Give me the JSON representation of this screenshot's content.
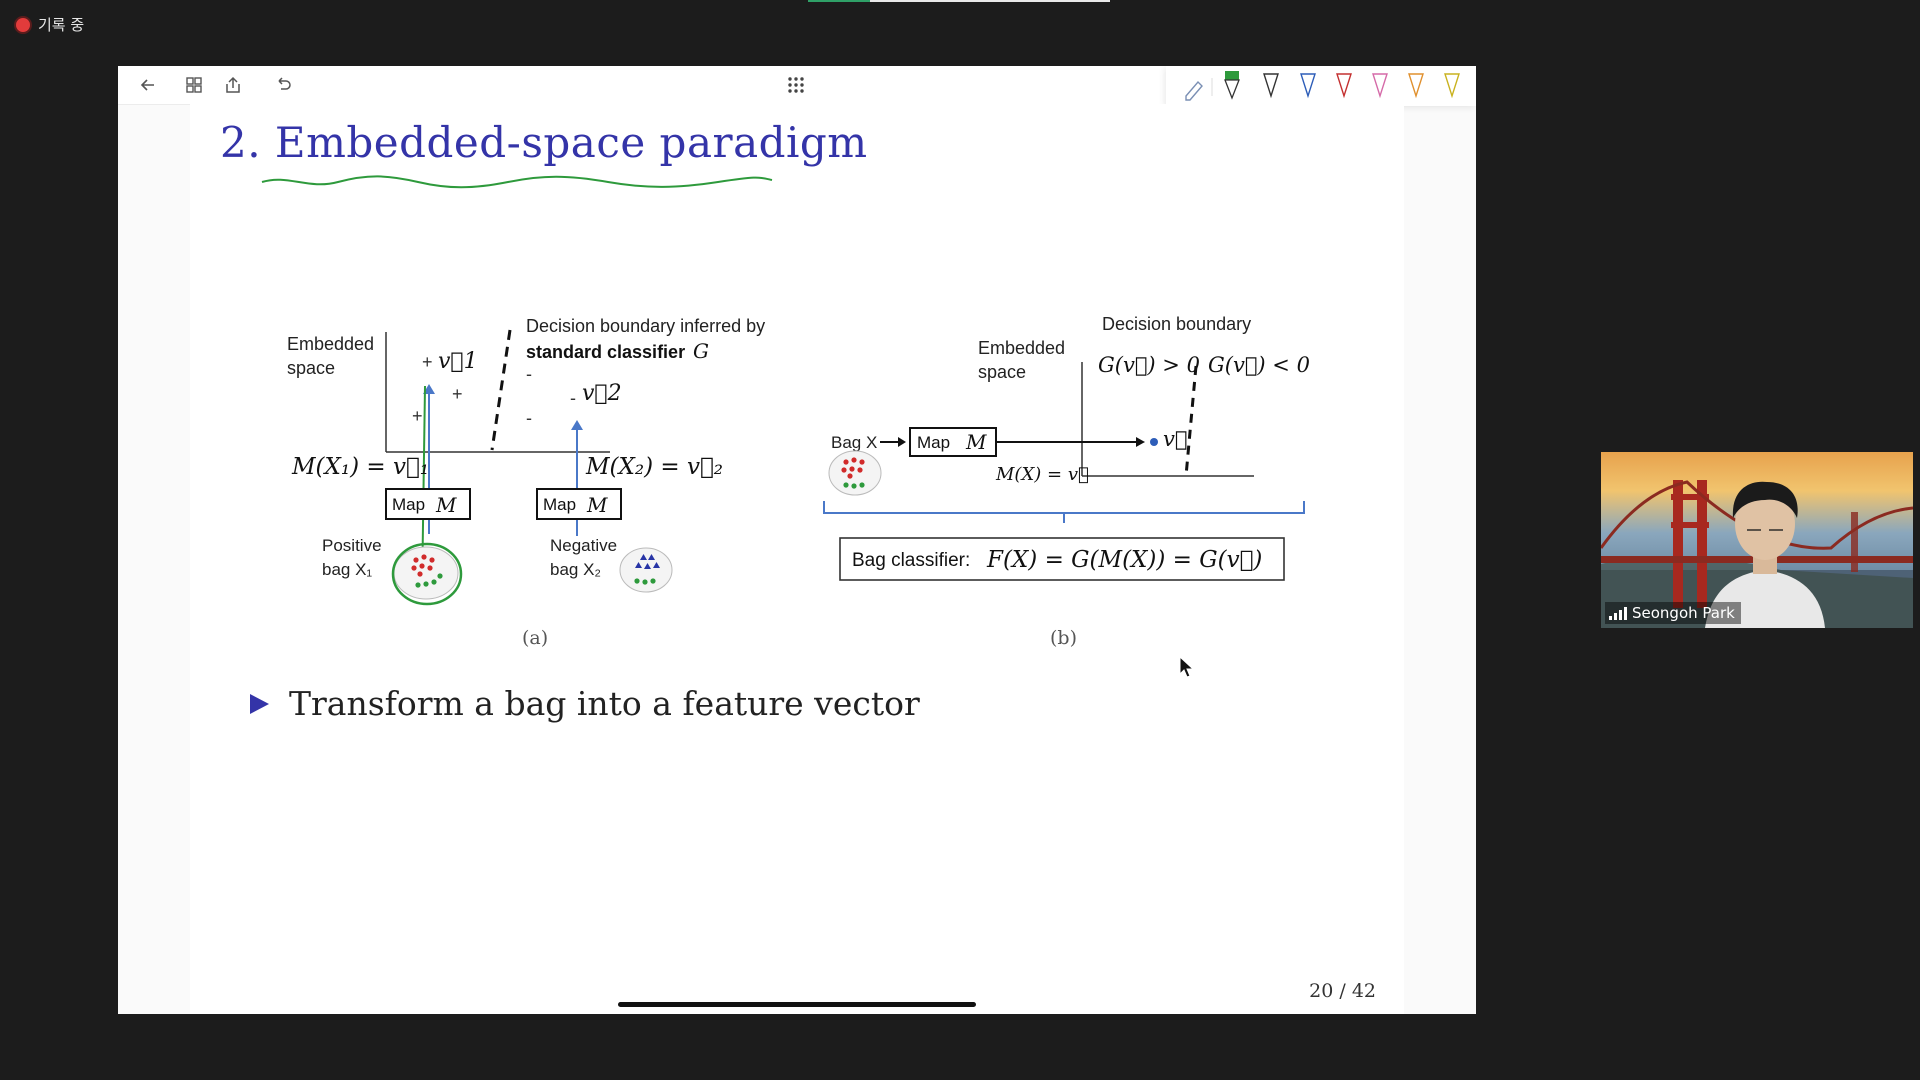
{
  "recording": {
    "label": "기록 중"
  },
  "slide": {
    "title": "2. Embedded-space paradigm",
    "bullet": "Transform a bag into a feature vector",
    "page_number": "20 / 42"
  },
  "figure_a": {
    "axis_label_line1": "Embedded",
    "axis_label_line2": "space",
    "decision_line1": "Decision boundary inferred by",
    "decision_line2": "standard classifier",
    "classifier_symbol": "G",
    "v1": "v⃗1",
    "v2": "v⃗2",
    "map1_text": "M(X₁) = v⃗₁",
    "map2_text": "M(X₂) = v⃗₂",
    "map_box": "Map",
    "map_symbol": "M",
    "pos_bag_line1": "Positive",
    "pos_bag_line2": "bag X₁",
    "neg_bag_line1": "Negative",
    "neg_bag_line2": "bag X₂",
    "caption": "(a)"
  },
  "figure_b": {
    "decision_label": "Decision boundary",
    "axis_label_line1": "Embedded",
    "axis_label_line2": "space",
    "g_pos": "G(v⃗) > 0",
    "g_neg": "G(v⃗) < 0",
    "bag_label": "Bag X",
    "map_box": "Map",
    "map_symbol": "M",
    "v_label": "v⃗",
    "mx_label": "M(X) = v⃗",
    "classifier_prefix": "Bag classifier:",
    "classifier_formula": "F(X) = G(M(X)) = G(v⃗)",
    "caption": "(b)"
  },
  "participant": {
    "name": "Seongoh Park"
  },
  "colors": {
    "title_blue": "#3434a8",
    "annotation_green": "#2e9a3c",
    "recording_red": "#e23b3b"
  }
}
